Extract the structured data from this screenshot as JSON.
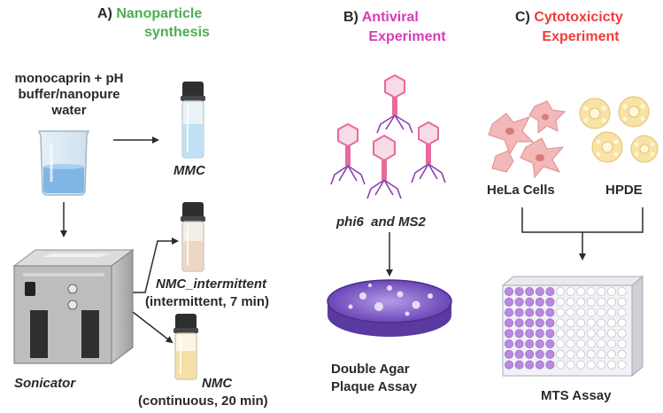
{
  "colors": {
    "nanoparticle": "#4caf50",
    "antiviral": "#d63cb8",
    "cytotoxicity": "#f23b3b",
    "text": "#2a2a2a",
    "phage": "#e86a9c",
    "phage_tail": "#8a3fb0",
    "hela": "#ee9a9a",
    "hpde": "#f5d98a",
    "plate_well": "#b98ae0",
    "dish": "#7b55c8"
  },
  "panels": {
    "a": {
      "letter": "A)",
      "title_line1": "Nanoparticle",
      "title_line2": "synthesis",
      "input_line1": "monocaprin + pH",
      "input_line2": "buffer/nanopure",
      "input_line3": "water",
      "device": "Sonicator",
      "vial1_label": "MMC",
      "vial2_label": "NMC_intermittent",
      "vial2_detail": "(intermittent, 7 min)",
      "vial3_label": "NMC",
      "vial3_detail": "(continuous, 20 min)",
      "icons": [
        "beaker-icon",
        "vial-icon",
        "sonicator-icon"
      ]
    },
    "b": {
      "letter": "B)",
      "title_line1": "Antiviral",
      "title_line2": "Experiment",
      "phages": "phi6  and MS2",
      "assay_line1": "Double Agar",
      "assay_line2": "Plaque Assay",
      "icons": [
        "bacteriophage-icon",
        "petri-dish-icon"
      ]
    },
    "c": {
      "letter": "C)",
      "title_line1": "Cytotoxicicty",
      "title_line2": "Experiment",
      "cells1": "HeLa Cells",
      "cells2": "HPDE",
      "assay": "MTS Assay",
      "icons": [
        "hela-cell-icon",
        "hpde-cell-icon",
        "well-plate-icon"
      ]
    }
  }
}
